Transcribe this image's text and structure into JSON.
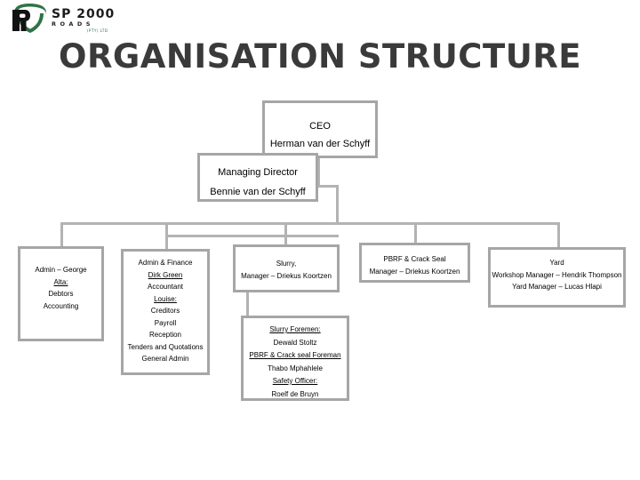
{
  "brand": {
    "logo_icon": "sp2000-roads-logo",
    "wordmark": "SP 2000",
    "submark": "ROADS",
    "tiny": "(PTY) LTD",
    "green": "#2f6b43"
  },
  "page": {
    "title": "ORGANISATION STRUCTURE",
    "title_color": "#3a3a3a",
    "background": "#ffffff",
    "box_border_color": "#a6a6a6",
    "connector_color": "#b3b3b3"
  },
  "chart_data": {
    "type": "diagram",
    "title": "ORGANISATION STRUCTURE",
    "nodes": [
      {
        "id": "ceo",
        "lines": [
          {
            "text": "CEO",
            "underline": false
          },
          {
            "text": "Herman van der Schyff",
            "underline": false
          }
        ]
      },
      {
        "id": "md",
        "lines": [
          {
            "text": "Managing Director",
            "underline": false
          },
          {
            "text": "Bennie van der Schyff",
            "underline": false
          }
        ]
      },
      {
        "id": "admin",
        "lines": [
          {
            "text": "Admin – George",
            "underline": false
          },
          {
            "text": "Alta:",
            "underline": true
          },
          {
            "text": "Debtors",
            "underline": false
          },
          {
            "text": "Accounting",
            "underline": false
          }
        ]
      },
      {
        "id": "finance",
        "lines": [
          {
            "text": "Admin & Finance",
            "underline": false
          },
          {
            "text": "Dirk Green",
            "underline": true
          },
          {
            "text": "Accountant",
            "underline": false
          },
          {
            "text": "Louise:",
            "underline": true
          },
          {
            "text": "Creditors",
            "underline": false
          },
          {
            "text": "Payroll",
            "underline": false
          },
          {
            "text": "Reception",
            "underline": false
          },
          {
            "text": "Tenders and Quotations",
            "underline": false
          },
          {
            "text": "General Admin",
            "underline": false
          }
        ]
      },
      {
        "id": "slurry",
        "lines": [
          {
            "text": "Slurry,",
            "underline": false
          },
          {
            "text": "Manager – Driekus Koortzen",
            "underline": false
          }
        ]
      },
      {
        "id": "foremen",
        "lines": [
          {
            "text": "Slurry Foremen:",
            "underline": true
          },
          {
            "text": "Dewald Stoltz",
            "underline": false
          },
          {
            "text": "PBRF & Crack seal Foreman",
            "underline": true
          },
          {
            "text": "Thabo Mphahlele",
            "underline": false
          },
          {
            "text": "Safety Officer:",
            "underline": true
          },
          {
            "text": "Roelf de Bruyn",
            "underline": false
          }
        ]
      },
      {
        "id": "pbrf",
        "lines": [
          {
            "text": "PBRF & Crack Seal",
            "underline": false
          },
          {
            "text": "Manager – Driekus Koortzen",
            "underline": false
          }
        ]
      },
      {
        "id": "yard",
        "lines": [
          {
            "text": "Yard",
            "underline": false
          },
          {
            "text": "Workshop Manager – Hendrik Thompson",
            "underline": false
          },
          {
            "text": "Yard Manager – Lucas Hlapi",
            "underline": false
          }
        ]
      }
    ],
    "edges": [
      {
        "from": "ceo",
        "to": "md"
      },
      {
        "from": "md",
        "to": "admin"
      },
      {
        "from": "md",
        "to": "finance"
      },
      {
        "from": "md",
        "to": "slurry"
      },
      {
        "from": "md",
        "to": "pbrf"
      },
      {
        "from": "md",
        "to": "yard"
      },
      {
        "from": "slurry",
        "to": "foremen"
      }
    ]
  },
  "nodes": {
    "ceo": {
      "l1": "CEO",
      "l2": "Herman van der Schyff"
    },
    "md": {
      "l1": "Managing Director",
      "l2": "Bennie van der Schyff"
    },
    "admin": {
      "l1": "Admin – George",
      "l2": "Alta:",
      "l3": "Debtors",
      "l4": "Accounting"
    },
    "finance": {
      "l1": "Admin & Finance",
      "l2": "Dirk Green",
      "l3": "Accountant",
      "l4": "Louise:",
      "l5": "Creditors",
      "l6": "Payroll",
      "l7": "Reception",
      "l8": "Tenders and Quotations",
      "l9": "General Admin"
    },
    "slurry": {
      "l1": "Slurry,",
      "l2": "Manager – Driekus Koortzen"
    },
    "foremen": {
      "l1": "Slurry Foremen:",
      "l2": "Dewald Stoltz",
      "l3": "PBRF & Crack seal Foreman",
      "l4": "Thabo Mphahlele",
      "l5": "Safety Officer:",
      "l6": "Roelf de Bruyn"
    },
    "pbrf": {
      "l1": "PBRF & Crack Seal",
      "l2": "Manager – Driekus Koortzen"
    },
    "yard": {
      "l1": "Yard",
      "l2": "Workshop Manager – Hendrik Thompson",
      "l3": "Yard Manager – Lucas Hlapi"
    }
  }
}
